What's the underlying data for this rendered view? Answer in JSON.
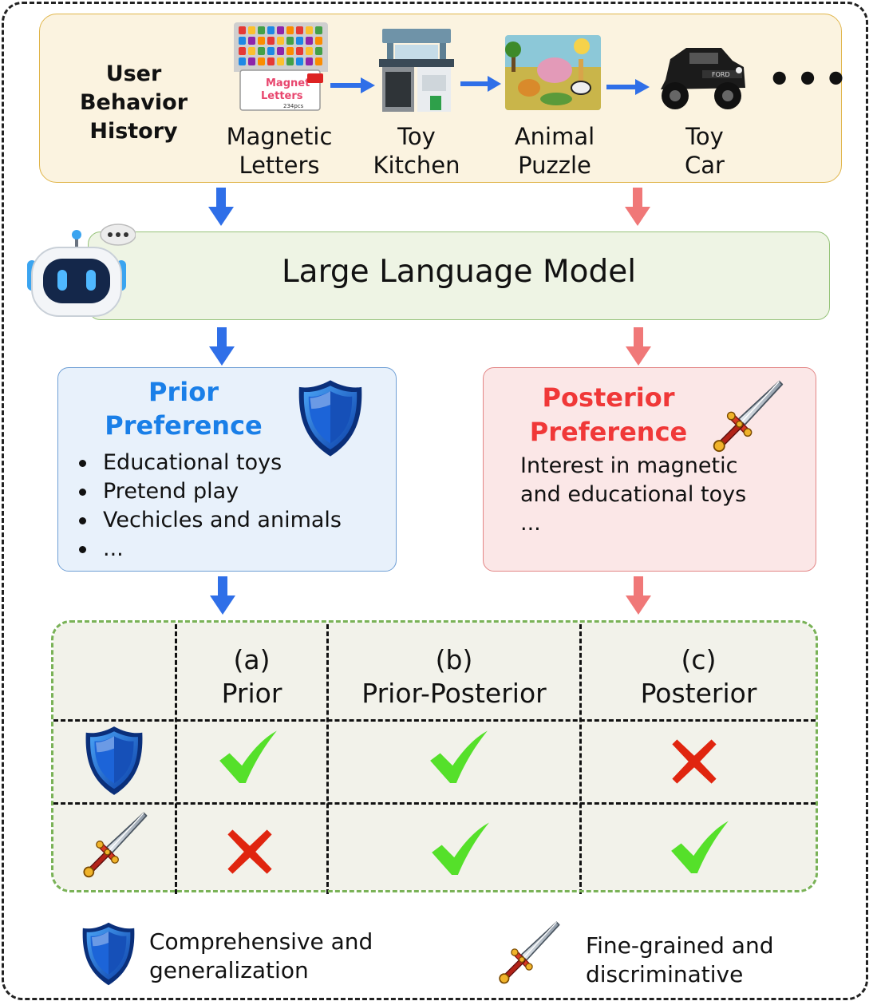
{
  "history": {
    "title_lines": [
      "User",
      "Behavior",
      "History"
    ],
    "items": [
      {
        "label_lines": [
          "Magnetic",
          "Letters"
        ]
      },
      {
        "label_lines": [
          "Toy",
          "Kitchen"
        ]
      },
      {
        "label_lines": [
          "Animal",
          "Puzzle"
        ]
      },
      {
        "label_lines": [
          "Toy",
          "Car"
        ]
      }
    ],
    "ellipsis": "•••",
    "thumb_text": {
      "magnet_line1": "Magnet",
      "magnet_line2": "Letters",
      "magnet_count": "234pcs",
      "car_brand": "FORD"
    }
  },
  "llm": {
    "label": "Large Language Model"
  },
  "prior": {
    "title_lines": [
      "Prior",
      "Preference"
    ],
    "bullets": [
      "Educational toys",
      "Pretend play",
      "Vechicles and animals",
      "..."
    ]
  },
  "posterior": {
    "title_lines": [
      "Posterior",
      "Preference"
    ],
    "text_lines": [
      "Interest in magnetic",
      "and educational toys",
      "..."
    ]
  },
  "table": {
    "columns": [
      {
        "tag": "(a)",
        "name": "Prior"
      },
      {
        "tag": "(b)",
        "name": "Prior-Posterior"
      },
      {
        "tag": "(c)",
        "name": "Posterior"
      }
    ],
    "rows": [
      {
        "icon": "shield-icon",
        "marks": [
          "check",
          "check",
          "cross"
        ]
      },
      {
        "icon": "sword-icon",
        "marks": [
          "cross",
          "check",
          "check"
        ]
      }
    ]
  },
  "legend": {
    "shield_lines": [
      "Comprehensive and",
      "generalization"
    ],
    "sword_lines": [
      "Fine-grained and",
      "discriminative"
    ]
  },
  "colors": {
    "blue_arrow": "#2f6fe8",
    "red_arrow": "#f07878",
    "check": "#55e02a",
    "cross": "#e0250f",
    "prior_title": "#1a7fe8",
    "posterior_title": "#f03838"
  }
}
